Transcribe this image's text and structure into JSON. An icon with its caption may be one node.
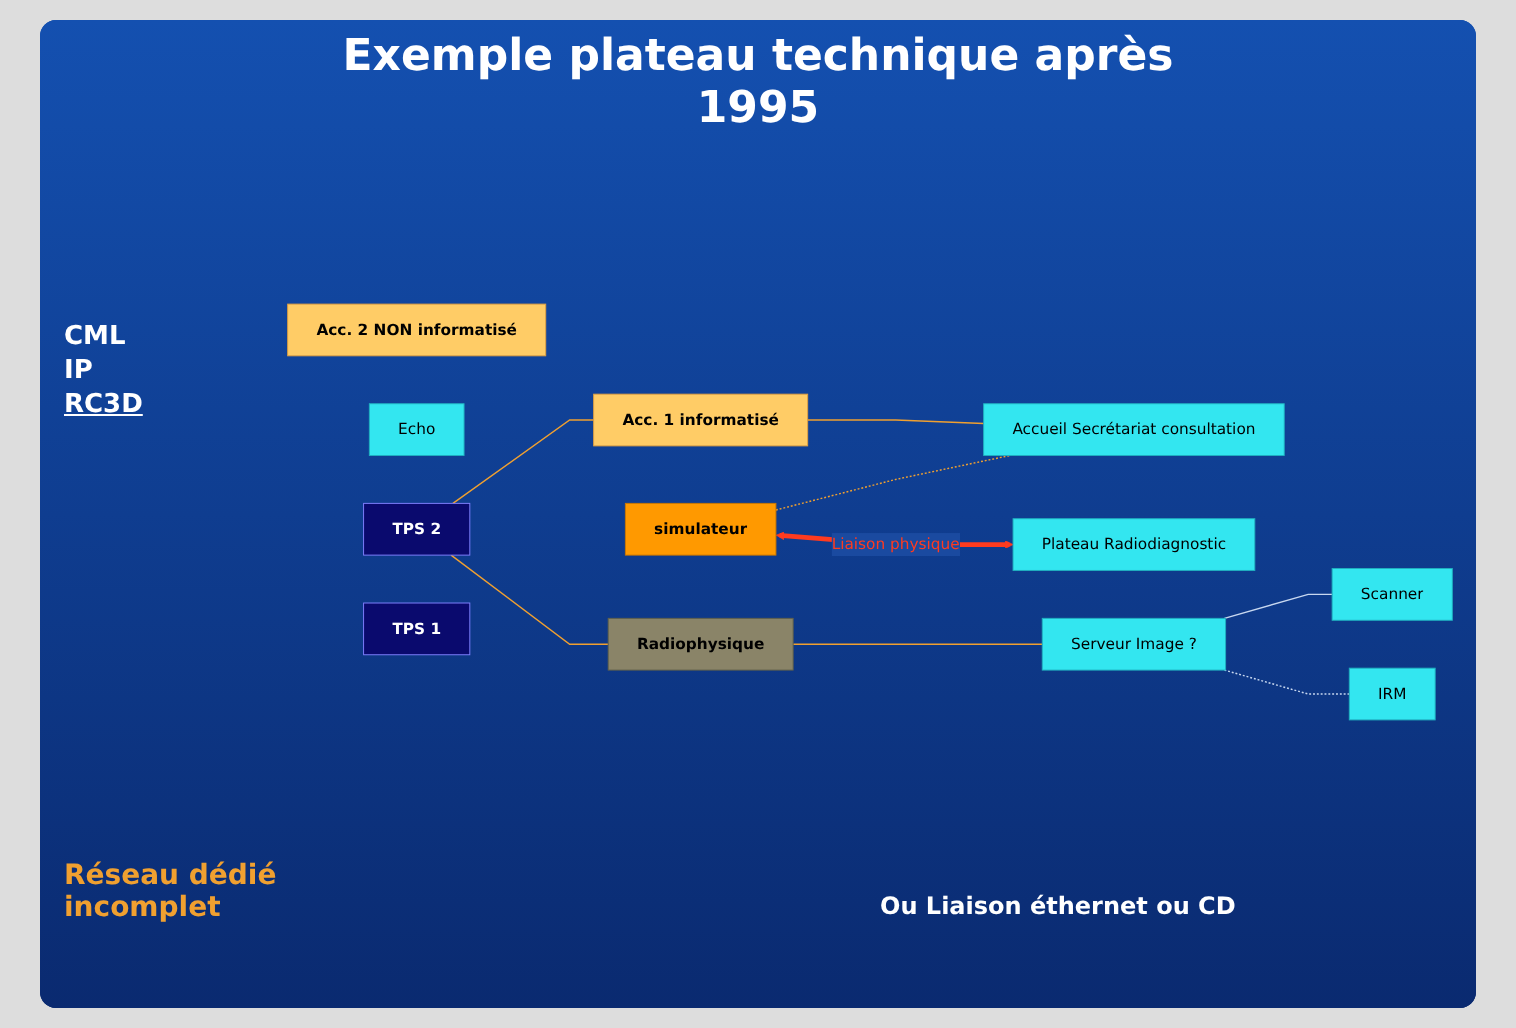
{
  "diagram": {
    "title": "Exemple plateau technique après 1995",
    "nodes": [
      {
        "text": [
          "Acc. 2 NON informatisé"
        ]
      },
      {
        "text": [
          "Acc. 1 informatisé"
        ]
      },
      {
        "text": [
          "Accueil Secrétariat consultation"
        ]
      },
      {
        "text": [
          "Echo"
        ]
      },
      {
        "text": [
          "Scanner"
        ]
      },
      {
        "text": [
          "simulateur"
        ]
      },
      {
        "text": [
          "Plateau Radiodiagnostic"
        ]
      },
      {
        "text": [
          "TPS 2"
        ]
      },
      {
        "text": [
          "TPS 1"
        ]
      },
      {
        "text": [
          "Radiophysique"
        ]
      },
      {
        "text": [
          "Serveur Image ?"
        ]
      },
      {
        "text": [
          "IRM"
        ]
      }
    ],
    "edges": [
      {
        "from": 1,
        "to": 2,
        "arrow": "none"
      },
      {
        "from": 5,
        "to": 2,
        "arrow": "none",
        "style": "dashed"
      },
      {
        "from": 5,
        "to": 6,
        "arrow": "both",
        "label": "Liaison physique",
        "style": "thick",
        "color": "#ff3b1f"
      },
      {
        "from": 7,
        "to": 1,
        "arrow": "none"
      },
      {
        "from": 7,
        "to": 9,
        "arrow": "none"
      },
      {
        "from": 9,
        "to": 10,
        "arrow": "none"
      },
      {
        "from": 10,
        "to": 4,
        "arrow": "none",
        "color": "#c8d8f0"
      },
      {
        "from": 10,
        "to": 11,
        "arrow": "none",
        "style": "dashed",
        "color": "#c8d8f0"
      }
    ],
    "labels": [
      "CML",
      "IP",
      "RC3D",
      "Réseau dédié incomplet",
      "Ou Liaison éthernet ou CD"
    ]
  }
}
